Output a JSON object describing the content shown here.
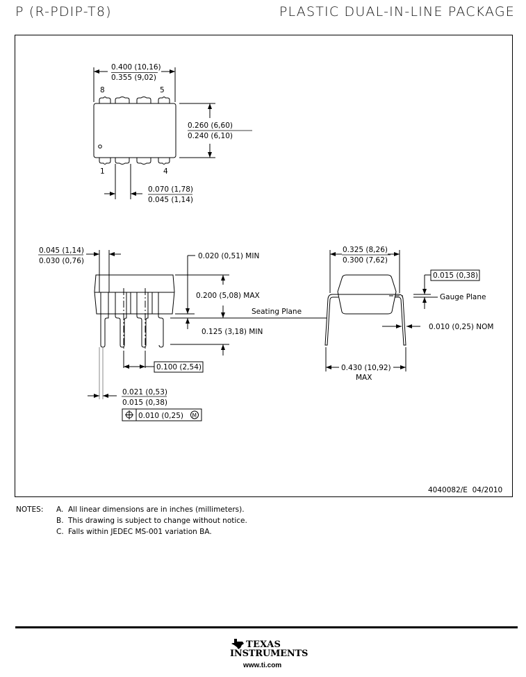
{
  "header": {
    "package_code": "P (R-PDIP-T8)",
    "package_name": "PLASTIC DUAL-IN-LINE PACKAGE"
  },
  "top_view": {
    "pin_labels": {
      "pin8": "8",
      "pin5": "5",
      "pin1": "1",
      "pin4": "4"
    },
    "body_length": {
      "max": "0.400 (10,16)",
      "min": "0.355 (9,02)"
    },
    "body_width": {
      "max": "0.260 (6,60)",
      "min": "0.240 (6,10)"
    },
    "shoulder_width": {
      "max": "0.070 (1,78)",
      "min": "0.045 (1,14)"
    }
  },
  "side_view": {
    "end_lead_width": {
      "max": "0.045 (1,14)",
      "min": "0.030 (0,76)"
    },
    "standoff": "0.020 (0,51) MIN",
    "seated_height": "0.200 (5,08) MAX",
    "seating_plane": "Seating Plane",
    "lead_length": "0.125 (3,18) MIN",
    "pitch": "0.100 (2,54)",
    "lead_width": {
      "max": "0.021 (0,53)",
      "min": "0.015 (0,38)"
    },
    "position_tolerance": "0.010 (0,25)",
    "mmc_symbol": "M"
  },
  "end_view": {
    "row_spacing": {
      "max": "0.325 (8,26)",
      "min": "0.300 (7,62)"
    },
    "gauge_offset": "0.015 (0,38)",
    "gauge_plane": "Gauge Plane",
    "lead_thickness": "0.010 (0,25) NOM",
    "overall_width": "0.430 (10,92)",
    "overall_width_qualifier": "MAX"
  },
  "drawing_id": "4040082/E  04/2010",
  "notes": {
    "label": "NOTES:",
    "items": [
      {
        "key": "A.",
        "text": "All linear dimensions are in inches (millimeters)."
      },
      {
        "key": "B.",
        "text": "This drawing is subject to change without notice."
      },
      {
        "key": "C.",
        "text": "Falls within JEDEC MS-001 variation BA."
      }
    ]
  },
  "footer": {
    "logo_line1": "TEXAS",
    "logo_line2": "INSTRUMENTS",
    "url": "www.ti.com"
  }
}
